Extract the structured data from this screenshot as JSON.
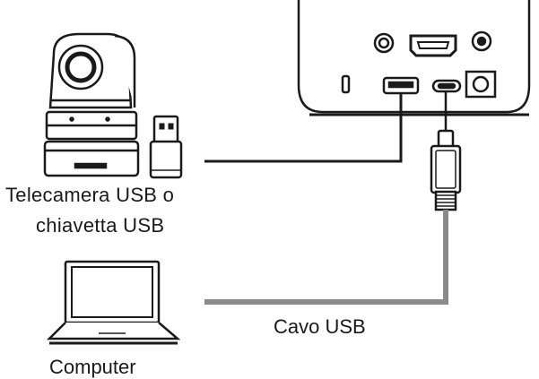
{
  "labels": {
    "camera_line1": "Telecamera USB o",
    "camera_line2": "chiavetta USB",
    "cable": "Cavo USB",
    "computer": "Computer"
  },
  "colors": {
    "stroke": "#1a1a1a",
    "cable_gray": "#8a8a8a",
    "light_gray": "#d9d9d9"
  },
  "icons": [
    "ptz-camera-icon",
    "usb-flash-drive-icon",
    "laptop-icon",
    "device-rear-panel-icon",
    "usb-c-connector-icon"
  ]
}
